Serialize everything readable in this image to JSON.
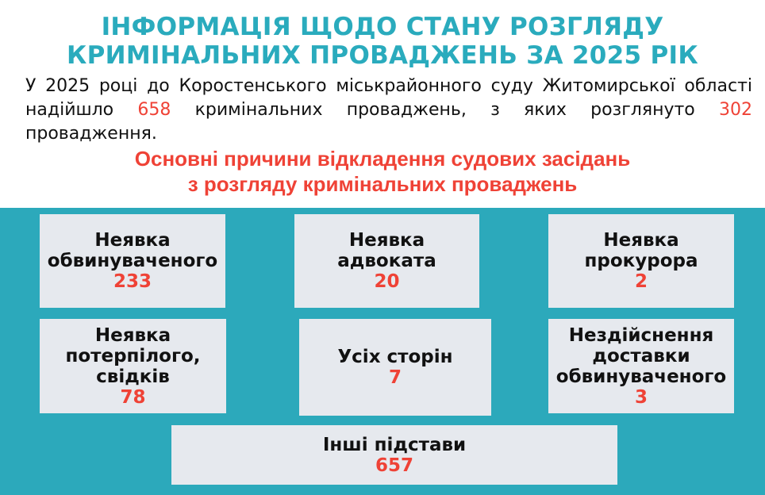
{
  "title": {
    "line1": "ІНФОРМАЦІЯ ЩОДО СТАНУ РОЗГЛЯДУ",
    "line2": "КРИМІНАЛЬНИХ ПРОВАДЖЕНЬ ЗА 2025 РІК"
  },
  "intro": {
    "part1": "У 2025 році до Коростенського міськрайонного суду Житомирської області надійшло ",
    "received": "658",
    "part2": " кримінальних проваджень, з яких розглянуто ",
    "considered": "302",
    "part3": " провадження."
  },
  "subtitle": {
    "line1": "Основні причини відкладення судових засідань",
    "line2": "з розгляду кримінальних проваджень"
  },
  "reasons": [
    {
      "lines": [
        "Неявка",
        "обвинуваченого"
      ],
      "value": "233"
    },
    {
      "lines": [
        "Неявка",
        "адвоката"
      ],
      "value": "20"
    },
    {
      "lines": [
        "Неявка",
        "прокурора"
      ],
      "value": "2"
    },
    {
      "lines": [
        "Неявка",
        "потерпілого,",
        "свідків"
      ],
      "value": "78"
    },
    {
      "lines": [
        "Усіх сторін"
      ],
      "value": "7"
    },
    {
      "lines": [
        "Нездійснення",
        "доставки",
        "обвинуваченого"
      ],
      "value": "3"
    },
    {
      "lines": [
        "Інші підстави"
      ],
      "value": "657"
    }
  ],
  "colors": {
    "teal": "#2ca9bb",
    "red": "#ef4236",
    "card": "#e6e9ee"
  }
}
